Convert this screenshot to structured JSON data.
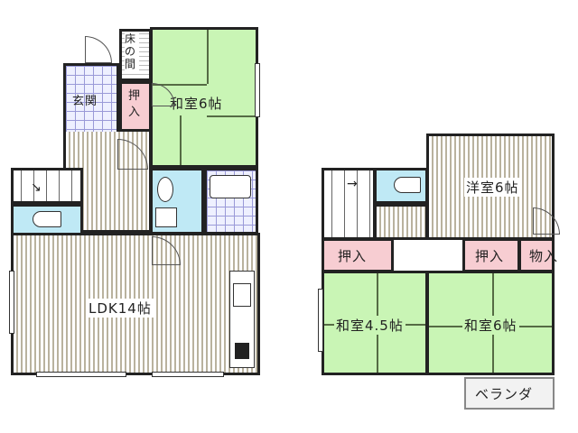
{
  "floor1": {
    "entrance": "玄関",
    "tokonoma": "床の間",
    "closet": "押入",
    "washitsu6": "和室6帖",
    "ldk": "LDK14帖"
  },
  "floor2": {
    "youshitsu6": "洋室6帖",
    "closet_left": "押入",
    "closet_right": "押入",
    "storage": "物入",
    "washitsu45": "和室4.5帖",
    "washitsu6": "和室6帖",
    "veranda": "ベランダ"
  },
  "colors": {
    "tatami": "#c9f5b5",
    "closet": "#f7cdd2",
    "water": "#bfe9f5",
    "wall": "#222222"
  }
}
